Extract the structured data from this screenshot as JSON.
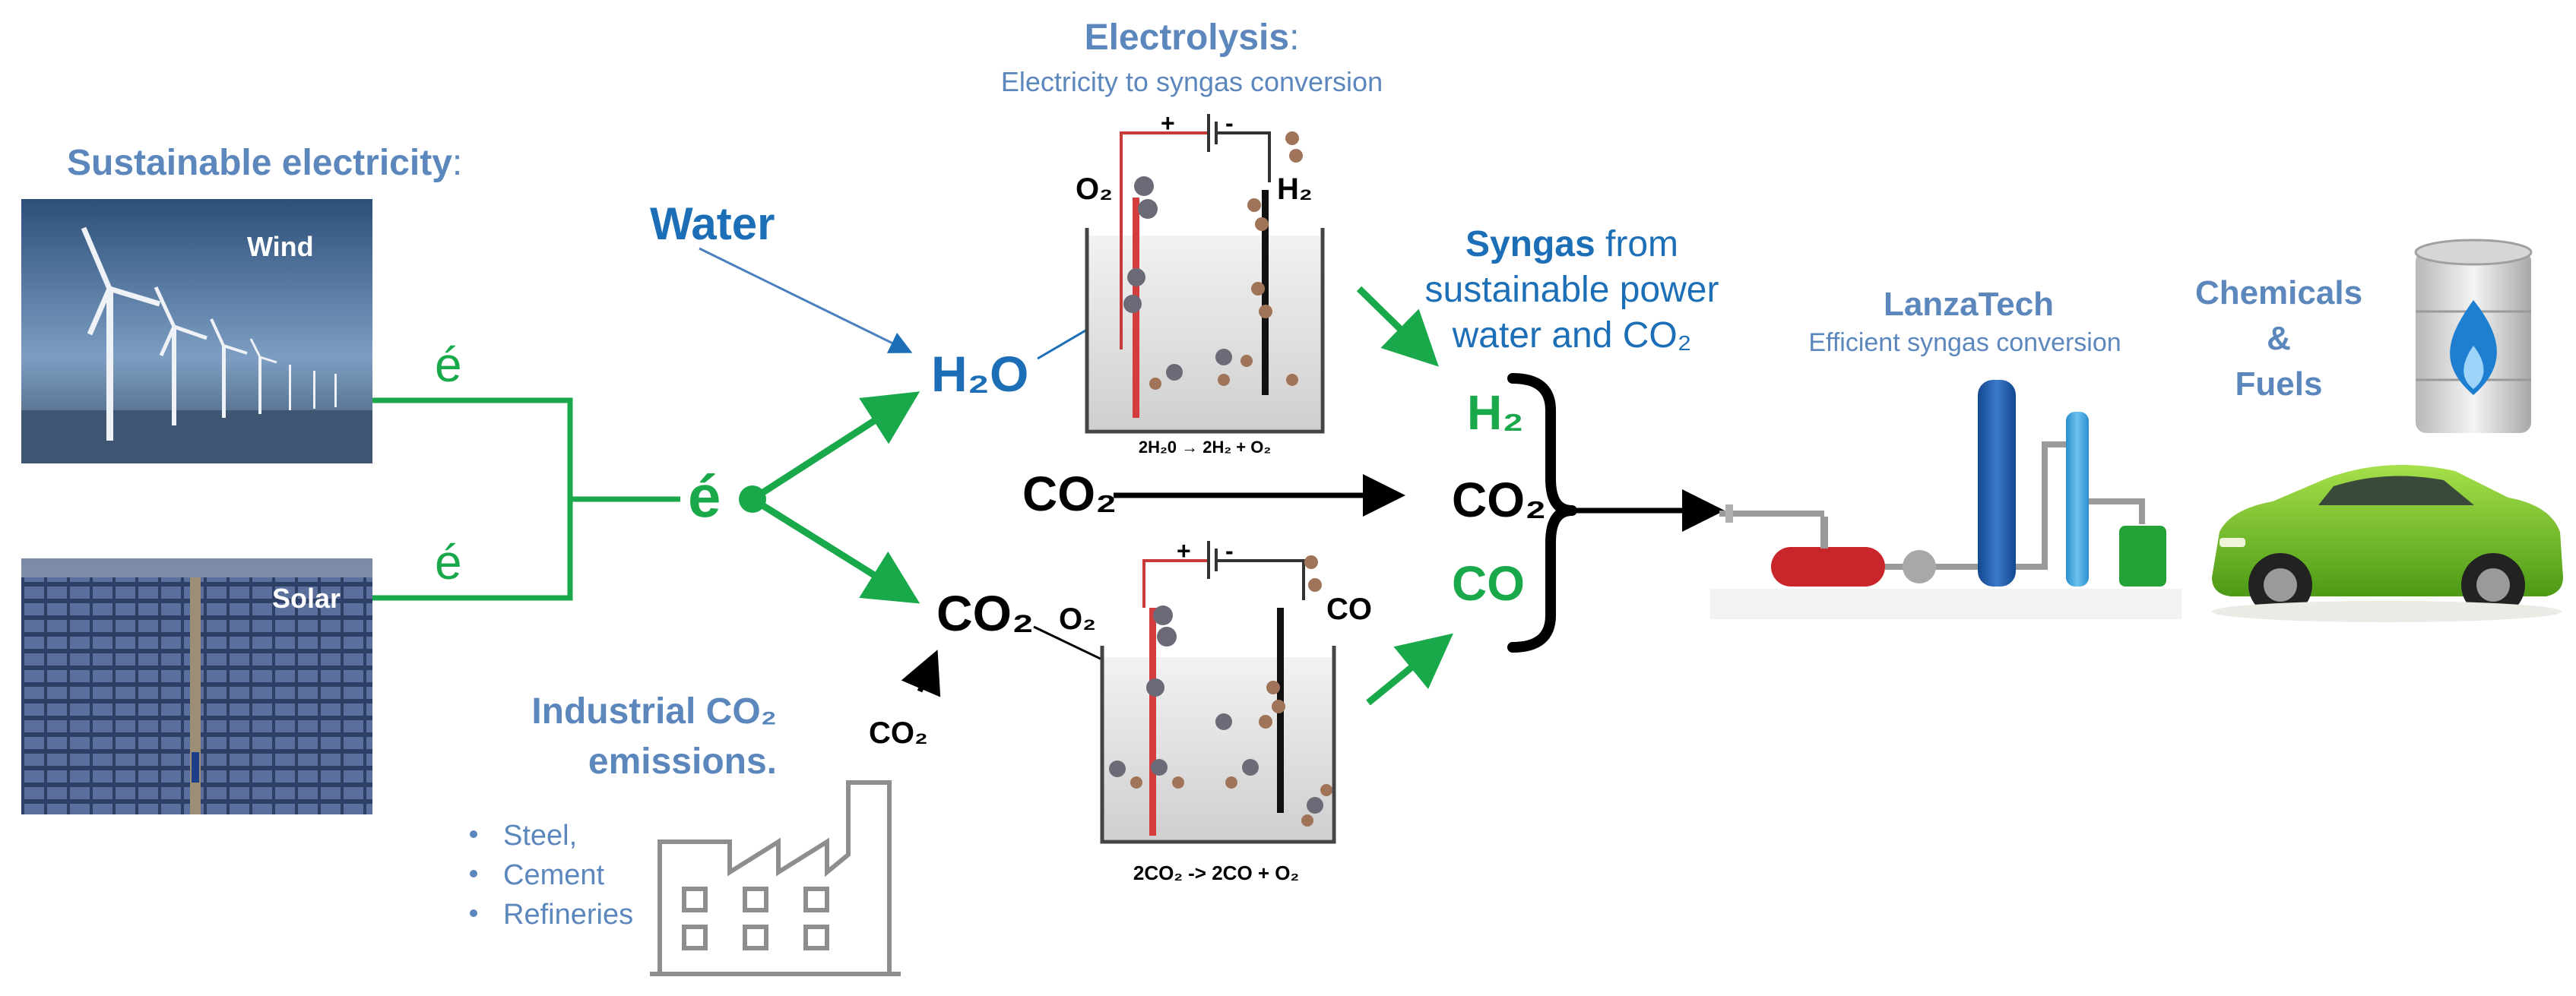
{
  "colors": {
    "slate_blue": "#5b87bd",
    "water_blue": "#1c6fb7",
    "green": "#1aa94a",
    "black": "#000000"
  },
  "sustainable": {
    "heading": "Sustainable electricity",
    "colon": ":"
  },
  "photos": {
    "wind": "Wind",
    "solar": "Solar"
  },
  "electron": {
    "small": "é",
    "main": "é"
  },
  "electrolysis": {
    "title": "Electrolysis",
    "colon": ":",
    "subtitle": "Electricity to syngas conversion"
  },
  "water": {
    "label": "Water",
    "formula": "H₂O"
  },
  "cell_top": {
    "plus": "+",
    "minus": "-",
    "left_gas": "O₂",
    "right_gas": "H₂",
    "equation": "2H₂0 → 2H₂ + O₂"
  },
  "cell_bottom": {
    "plus": "+",
    "minus": "-",
    "left_gas": "O₂",
    "right_gas": "CO",
    "equation": "2CO₂ -> 2CO + O₂"
  },
  "co2": {
    "middle": "CO₂",
    "lower": "CO₂",
    "small": "CO₂",
    "right": "CO₂"
  },
  "syngas": {
    "bold": "Syngas",
    "rest1": " from",
    "line2": "sustainable power",
    "line3": "water and CO₂"
  },
  "products": {
    "h2": "H₂",
    "co": "CO"
  },
  "industrial": {
    "line1": "Industrial CO₂",
    "line2": "emissions.",
    "items": [
      "Steel,",
      "Cement",
      "Refineries"
    ]
  },
  "lanzatech": {
    "title": "LanzaTech",
    "subtitle": "Efficient syngas conversion"
  },
  "chemicals": {
    "line1": "Chemicals",
    "line2": "&",
    "line3": "Fuels"
  },
  "icons": [
    "wind-turbine-icon",
    "solar-panel-icon",
    "factory-icon",
    "electrolysis-cell-icon",
    "plant-equipment-icon",
    "fuel-barrel-icon",
    "car-icon"
  ]
}
